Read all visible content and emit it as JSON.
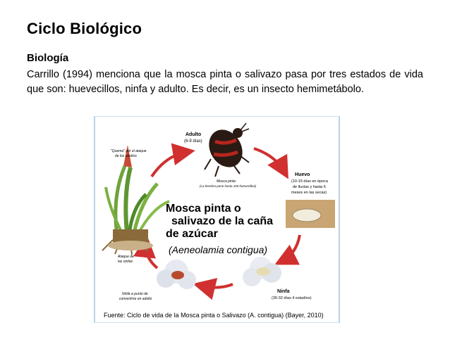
{
  "slide": {
    "title": "Ciclo Biológico",
    "subtitle": "Biología",
    "paragraph": "Carrillo (1994) menciona que la mosca pinta o salivazo pasa por tres estados de vida que son: huevecillos, ninfa y adulto. Es decir, es un insecto hemimetábolo."
  },
  "figure": {
    "main_title_line1": "Mosca pinta o",
    "main_title_line2": "salivazo de la caña",
    "main_title_line3": "de azúcar",
    "species": "(Aeneolamia contigua)",
    "adult_label": "Adulto",
    "adult_days": "(6-9 días)",
    "adult_note_1": "Mosca pinta",
    "adult_note_2": "(La hembra pone hasta 100 huevecillos)",
    "egg_label": "Huevo",
    "egg_note_1": "(10-15 días en época",
    "egg_note_2": "de lluvias y hasta 6",
    "egg_note_3": "meses en las secas)",
    "nymph_label": "Ninfa",
    "nymph_note": "(30-32 días 4 estadíos)",
    "burn_note_1": "\"Quema\" por el ataque",
    "burn_note_2": "de los adultos",
    "attack_note_1": "Ataque de",
    "attack_note_2": "las ninfas",
    "convert_note_1": "Ninfa a punto de",
    "convert_note_2": "convertirse en adulto",
    "arrow_color": "#d0302f",
    "insect_color": "#b5261e"
  },
  "caption": "Fuente: Ciclo de vida de la Mosca pinta o Salivazo (A. contigua) (Bayer, 2010)"
}
